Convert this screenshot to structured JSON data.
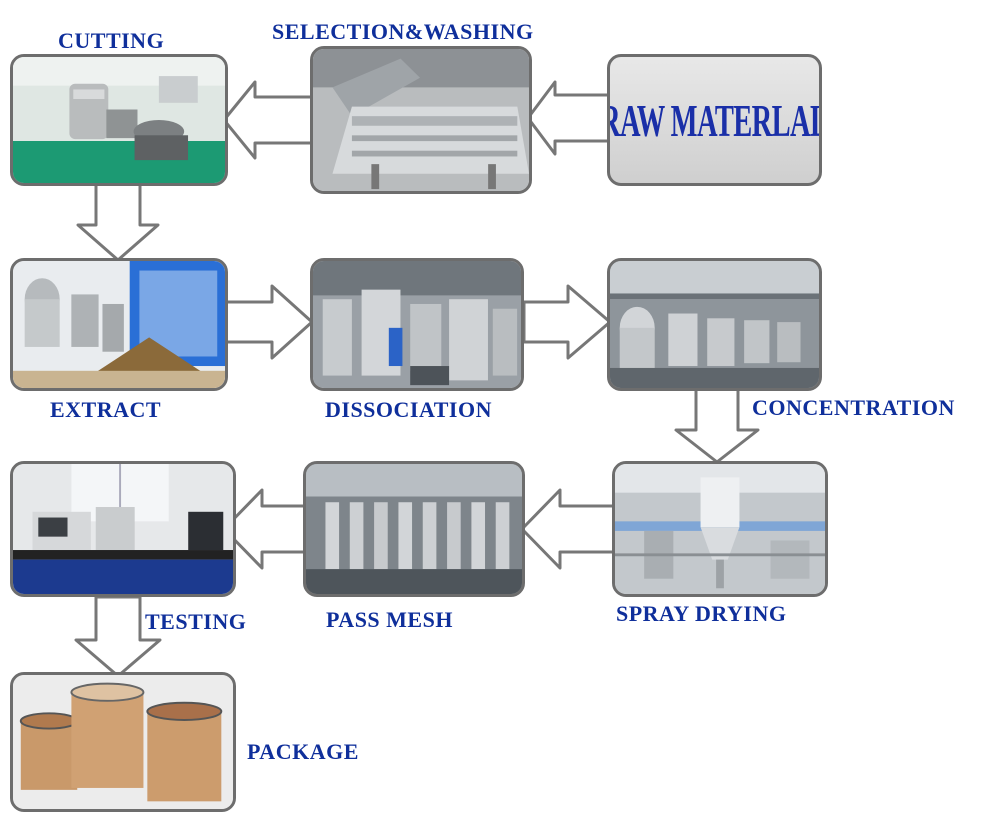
{
  "steps": {
    "cutting": "CUTTING",
    "selection_washing": "SELECTION&WASHING",
    "raw_material": "RAW MATERLAL",
    "extract": "EXTRACT",
    "dissociation": "DISSOCIATION",
    "concentration": "CONCENTRATION",
    "testing": "TESTING",
    "pass_mesh": "PASS MESH",
    "spray_drying": "SPRAY DRYING",
    "package": "PACKAGE"
  },
  "colors": {
    "label": "#0f2f9b",
    "raw_text": "#1a2fa8",
    "card_border": "#6d6d6d",
    "arrow_fill": "#ffffff",
    "arrow_stroke": "#777777"
  }
}
